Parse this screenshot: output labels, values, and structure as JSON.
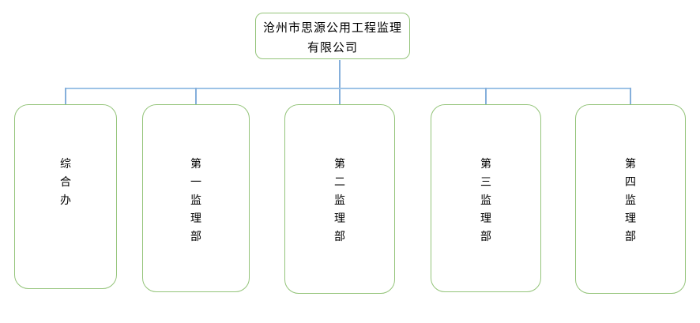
{
  "org_chart": {
    "type": "organization-chart",
    "root": {
      "title": "沧州市思源公用工程监理有限公司",
      "title_lines": [
        "沧州市思源公用工程监理",
        "有限公司"
      ]
    },
    "departments": [
      {
        "label": "综合办"
      },
      {
        "label": "第一监理部"
      },
      {
        "label": "第二监理部"
      },
      {
        "label": "第三监理部"
      },
      {
        "label": "第四监理部"
      }
    ],
    "colors": {
      "background": "#ffffff",
      "box_border": "#94c47a",
      "connector": "#9dc3e6",
      "connector_dark": "#85afdb",
      "text": "#000000"
    }
  }
}
